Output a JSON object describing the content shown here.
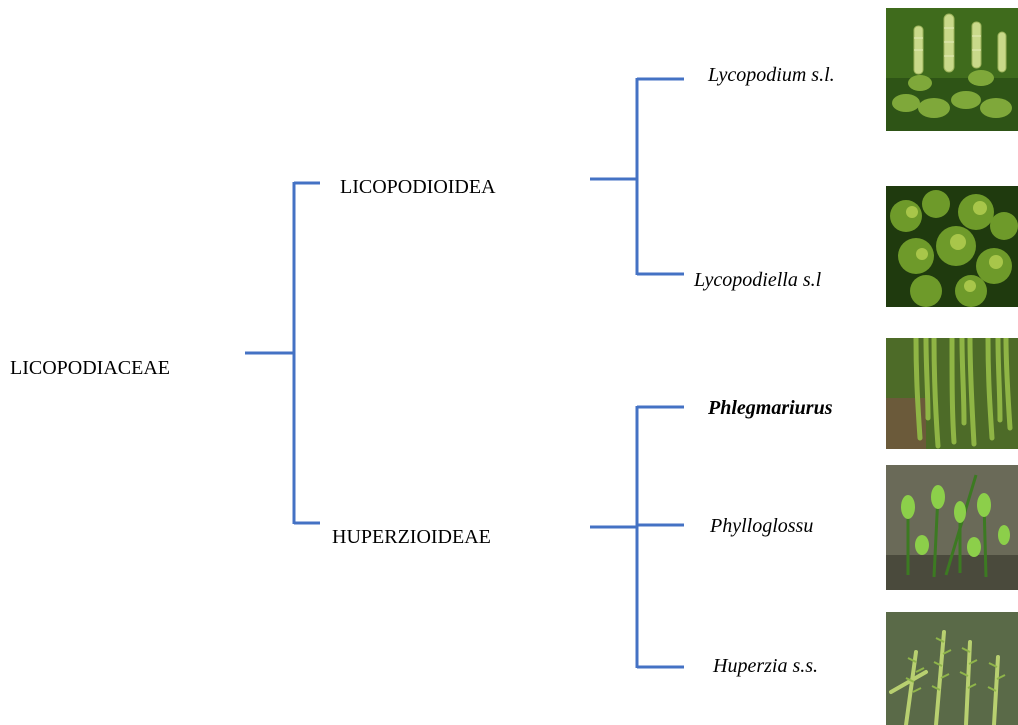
{
  "root": {
    "label": "LICOPODIACEAE"
  },
  "subfamilies": [
    {
      "label": "LICOPODIOIDEA"
    },
    {
      "label": "HUPERZIOIDEAE"
    }
  ],
  "genera": [
    {
      "label": "Lycopodium s.l.",
      "photo": "lycopodium-strobili"
    },
    {
      "label": "Lycopodiella s.l",
      "photo": "lycopodiella-shoots"
    },
    {
      "label": "Phlegmariurus",
      "photo": "phlegmariurus-pendant-stems"
    },
    {
      "label": "Phylloglossu",
      "photo": "phylloglossum-plants"
    },
    {
      "label": "Huperzia s.s.",
      "photo": "huperzia-shoots"
    }
  ],
  "colors": {
    "branch": "#4472C4"
  }
}
